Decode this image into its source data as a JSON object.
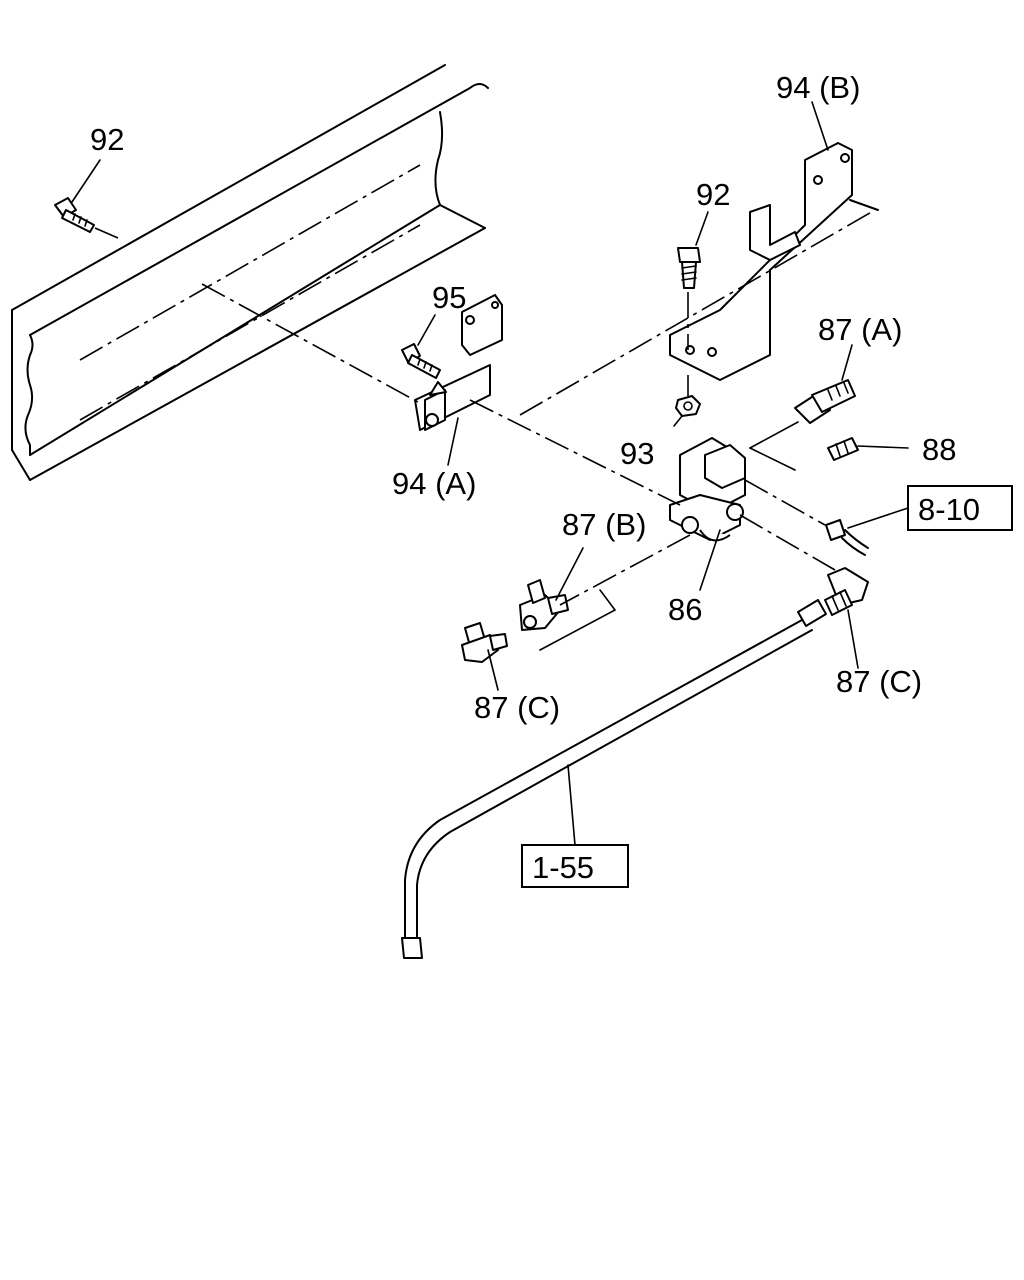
{
  "callouts": {
    "c92_left": "92",
    "c92_mid": "92",
    "c94b": "94 (B)",
    "c95": "95",
    "c94a": "94 (A)",
    "c93": "93",
    "c87a": "87 (A)",
    "c88": "88",
    "c87b": "87 (B)",
    "c86": "86",
    "c87c_left": "87 (C)",
    "c87c_right": "87 (C)"
  },
  "references": {
    "ref_8_10": "8-10",
    "ref_1_55": "1-55"
  }
}
